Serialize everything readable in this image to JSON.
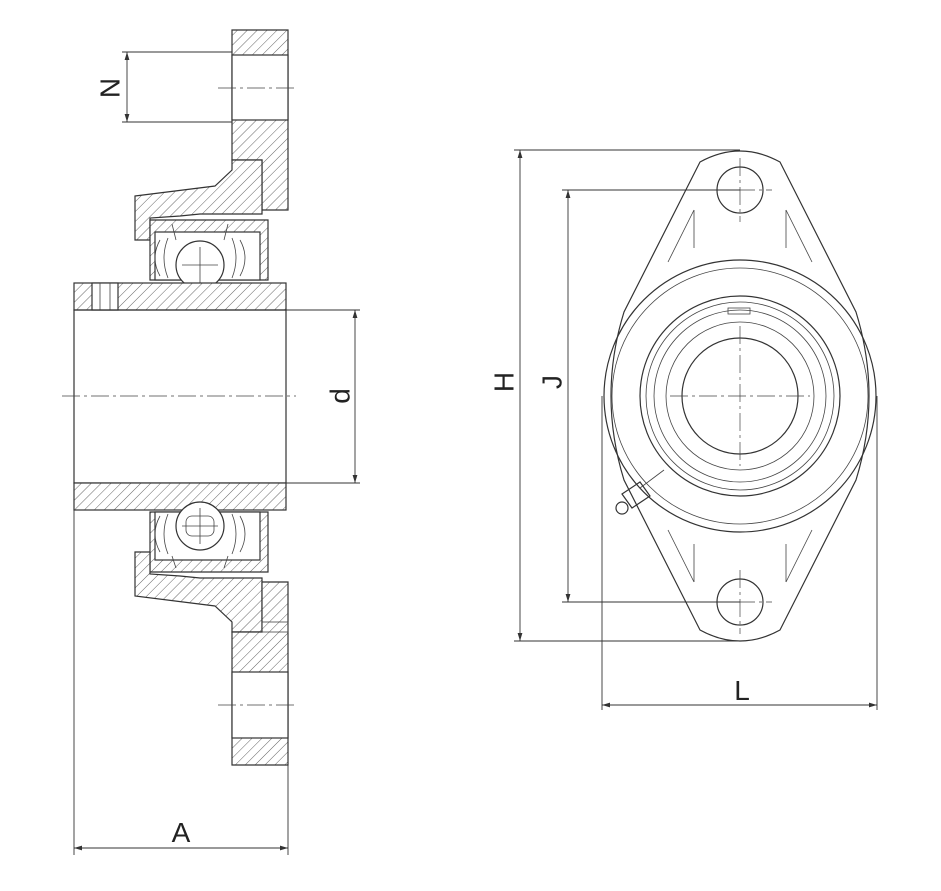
{
  "dimensions": {
    "N": "N",
    "d": "d",
    "A": "A",
    "H": "H",
    "J": "J",
    "L": "L"
  }
}
